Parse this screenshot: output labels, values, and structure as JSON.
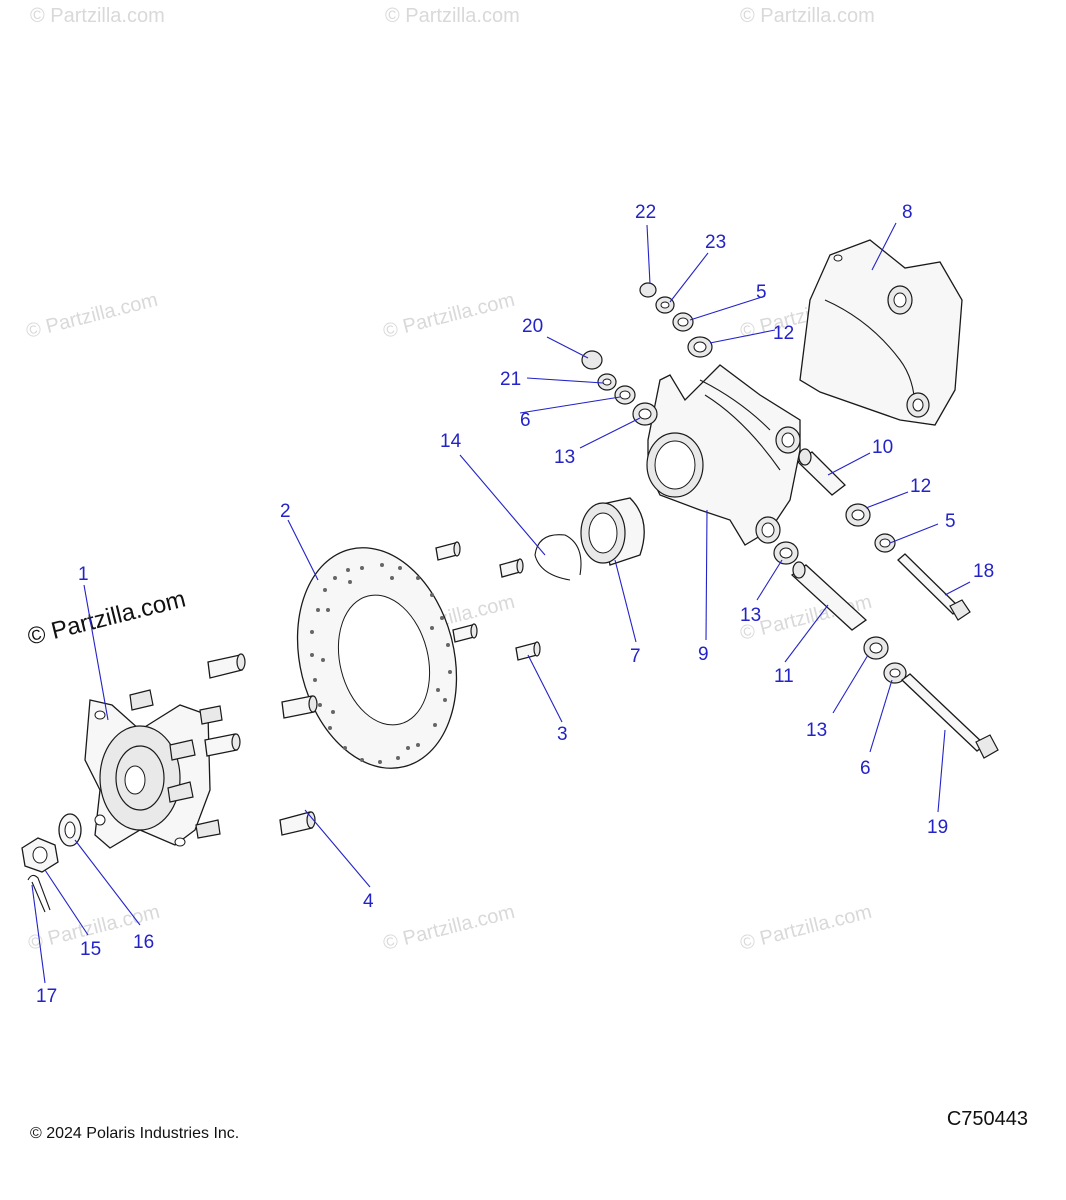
{
  "watermark": "© Partzilla.com",
  "watermark_main": "© Partzilla.com",
  "callouts": [
    {
      "id": "c1",
      "label": "1"
    },
    {
      "id": "c2",
      "label": "2"
    },
    {
      "id": "c3",
      "label": "3"
    },
    {
      "id": "c4",
      "label": "4"
    },
    {
      "id": "c5a",
      "label": "5"
    },
    {
      "id": "c5b",
      "label": "5"
    },
    {
      "id": "c6a",
      "label": "6"
    },
    {
      "id": "c6b",
      "label": "6"
    },
    {
      "id": "c7",
      "label": "7"
    },
    {
      "id": "c8",
      "label": "8"
    },
    {
      "id": "c9",
      "label": "9"
    },
    {
      "id": "c10",
      "label": "10"
    },
    {
      "id": "c11",
      "label": "11"
    },
    {
      "id": "c12a",
      "label": "12"
    },
    {
      "id": "c12b",
      "label": "12"
    },
    {
      "id": "c13a",
      "label": "13"
    },
    {
      "id": "c13b",
      "label": "13"
    },
    {
      "id": "c13c",
      "label": "13"
    },
    {
      "id": "c14",
      "label": "14"
    },
    {
      "id": "c15",
      "label": "15"
    },
    {
      "id": "c16",
      "label": "16"
    },
    {
      "id": "c17",
      "label": "17"
    },
    {
      "id": "c18",
      "label": "18"
    },
    {
      "id": "c19",
      "label": "19"
    },
    {
      "id": "c20",
      "label": "20"
    },
    {
      "id": "c21",
      "label": "21"
    },
    {
      "id": "c22",
      "label": "22"
    },
    {
      "id": "c23",
      "label": "23"
    }
  ],
  "footer": {
    "copyright": "© 2024 Polaris Industries Inc.",
    "diagram_code": "C750443"
  },
  "colors": {
    "callout": "#2323c8",
    "watermark": "#d9d9d9",
    "line": "#1a1a1a"
  }
}
